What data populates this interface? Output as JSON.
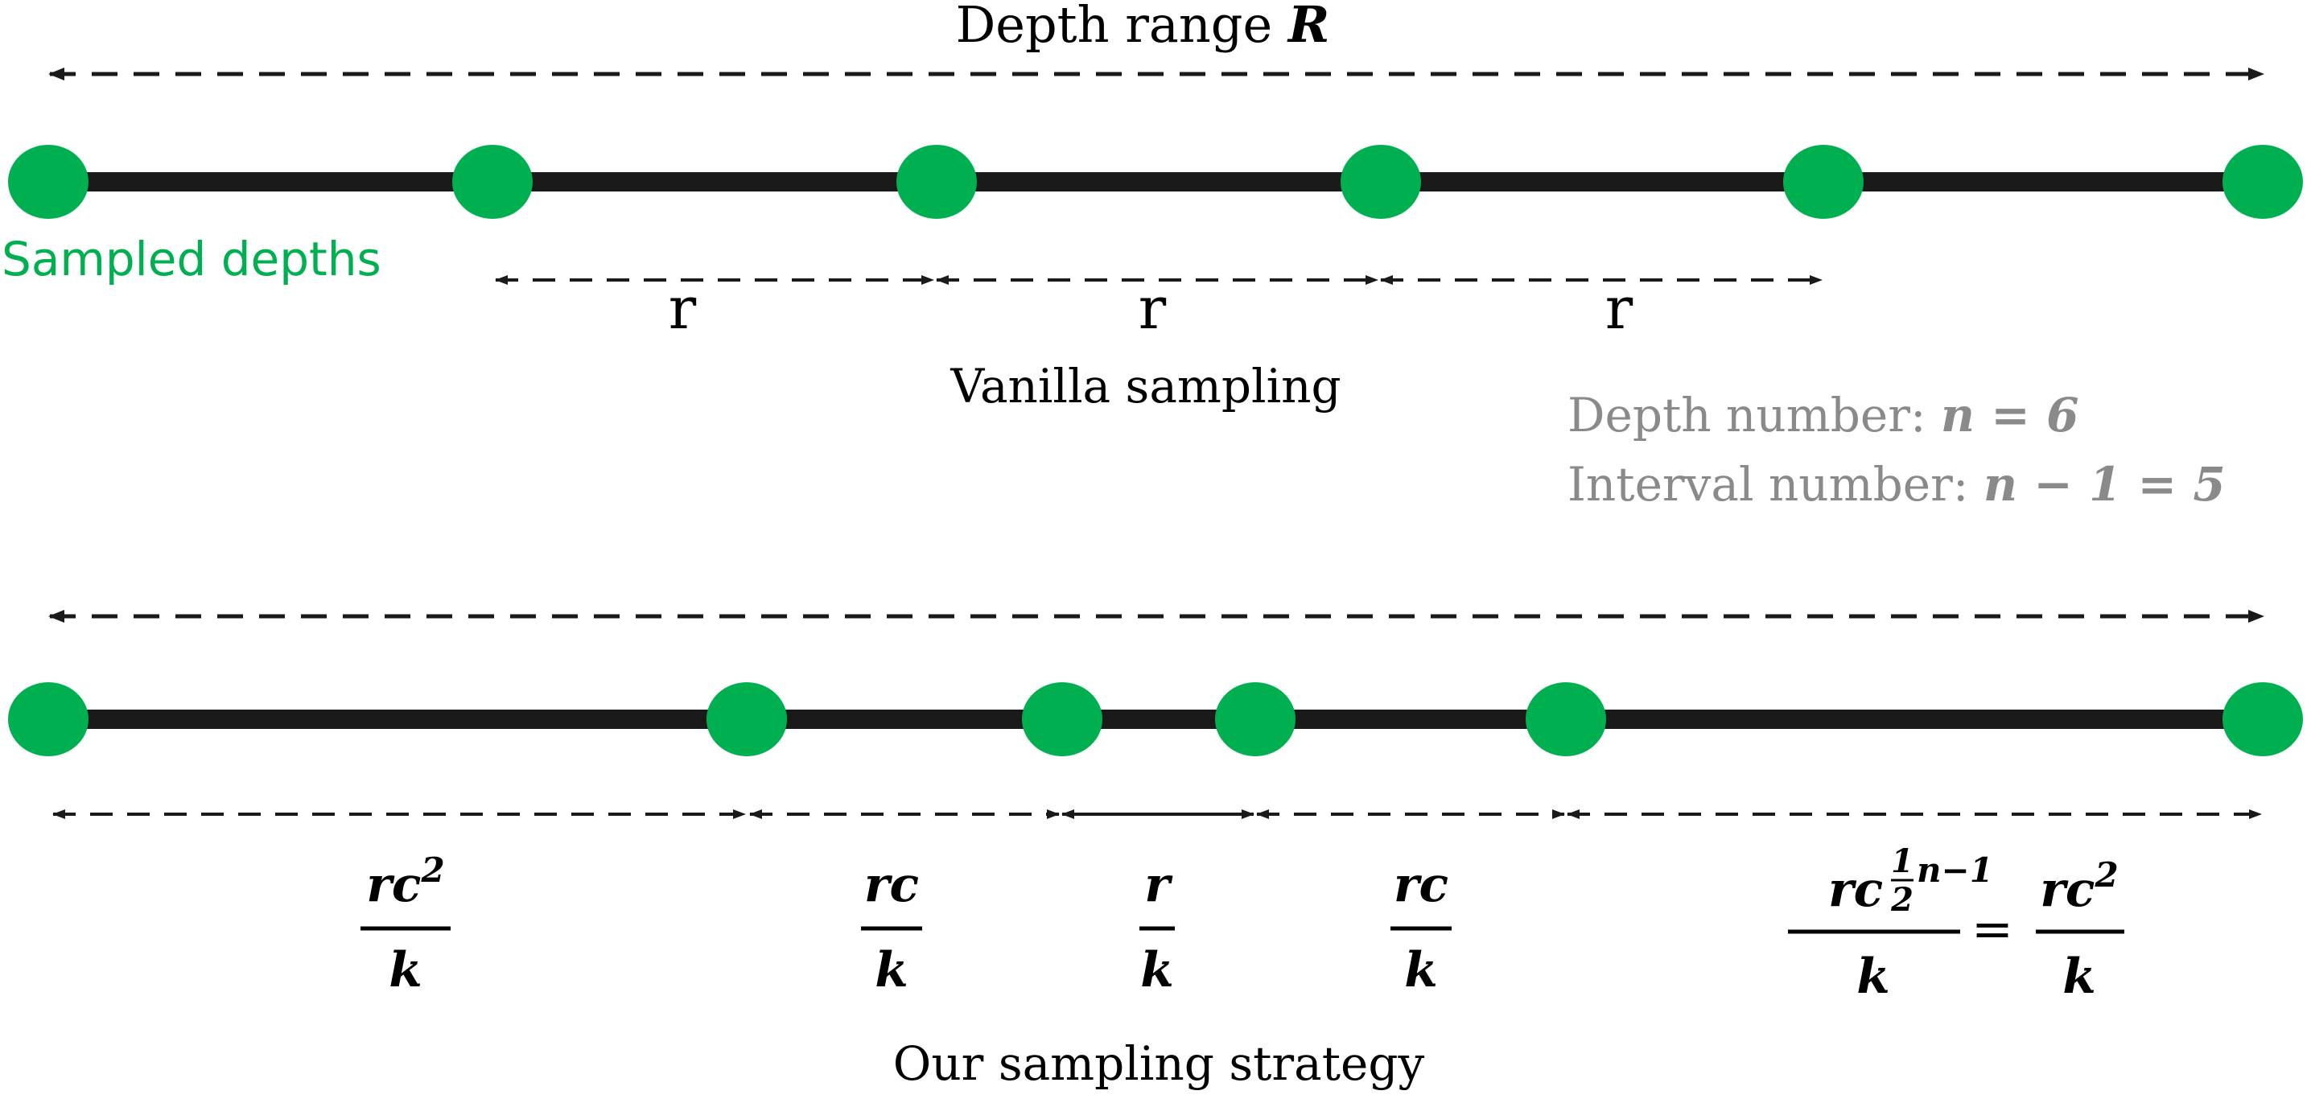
{
  "colors": {
    "node": "#00b050",
    "line": "#1a1a1a",
    "arrow": "#1a1a1a",
    "gray_text": "#8a8a8a",
    "green_text": "#00b050"
  },
  "top": {
    "title_prefix": "Depth range ",
    "title_var": "R",
    "sampled_depths_label": "Sampled depths",
    "interval_labels": [
      "r",
      "r",
      "r"
    ],
    "caption": "Vanilla sampling",
    "node_count": 6
  },
  "info": {
    "depth_number_prefix": "Depth number: ",
    "depth_number_expr": "n = 6",
    "interval_number_prefix": "Interval number: ",
    "interval_number_expr": "n − 1 = 5"
  },
  "bottom": {
    "caption": "Our sampling strategy",
    "fractions": [
      {
        "num": "rc",
        "sup": "2",
        "den": "k"
      },
      {
        "num": "rc",
        "sup": "",
        "den": "k"
      },
      {
        "num": "r",
        "sup": "",
        "den": "k"
      },
      {
        "num": "rc",
        "sup": "",
        "den": "k"
      }
    ],
    "last": {
      "num_base": "rc",
      "sup_frac_num": "1",
      "sup_frac_den": "2",
      "sup_tail": "n−1",
      "den": "k",
      "equals": "=",
      "rhs_num": "rc",
      "rhs_sup": "2",
      "rhs_den": "k"
    },
    "node_count": 6
  }
}
